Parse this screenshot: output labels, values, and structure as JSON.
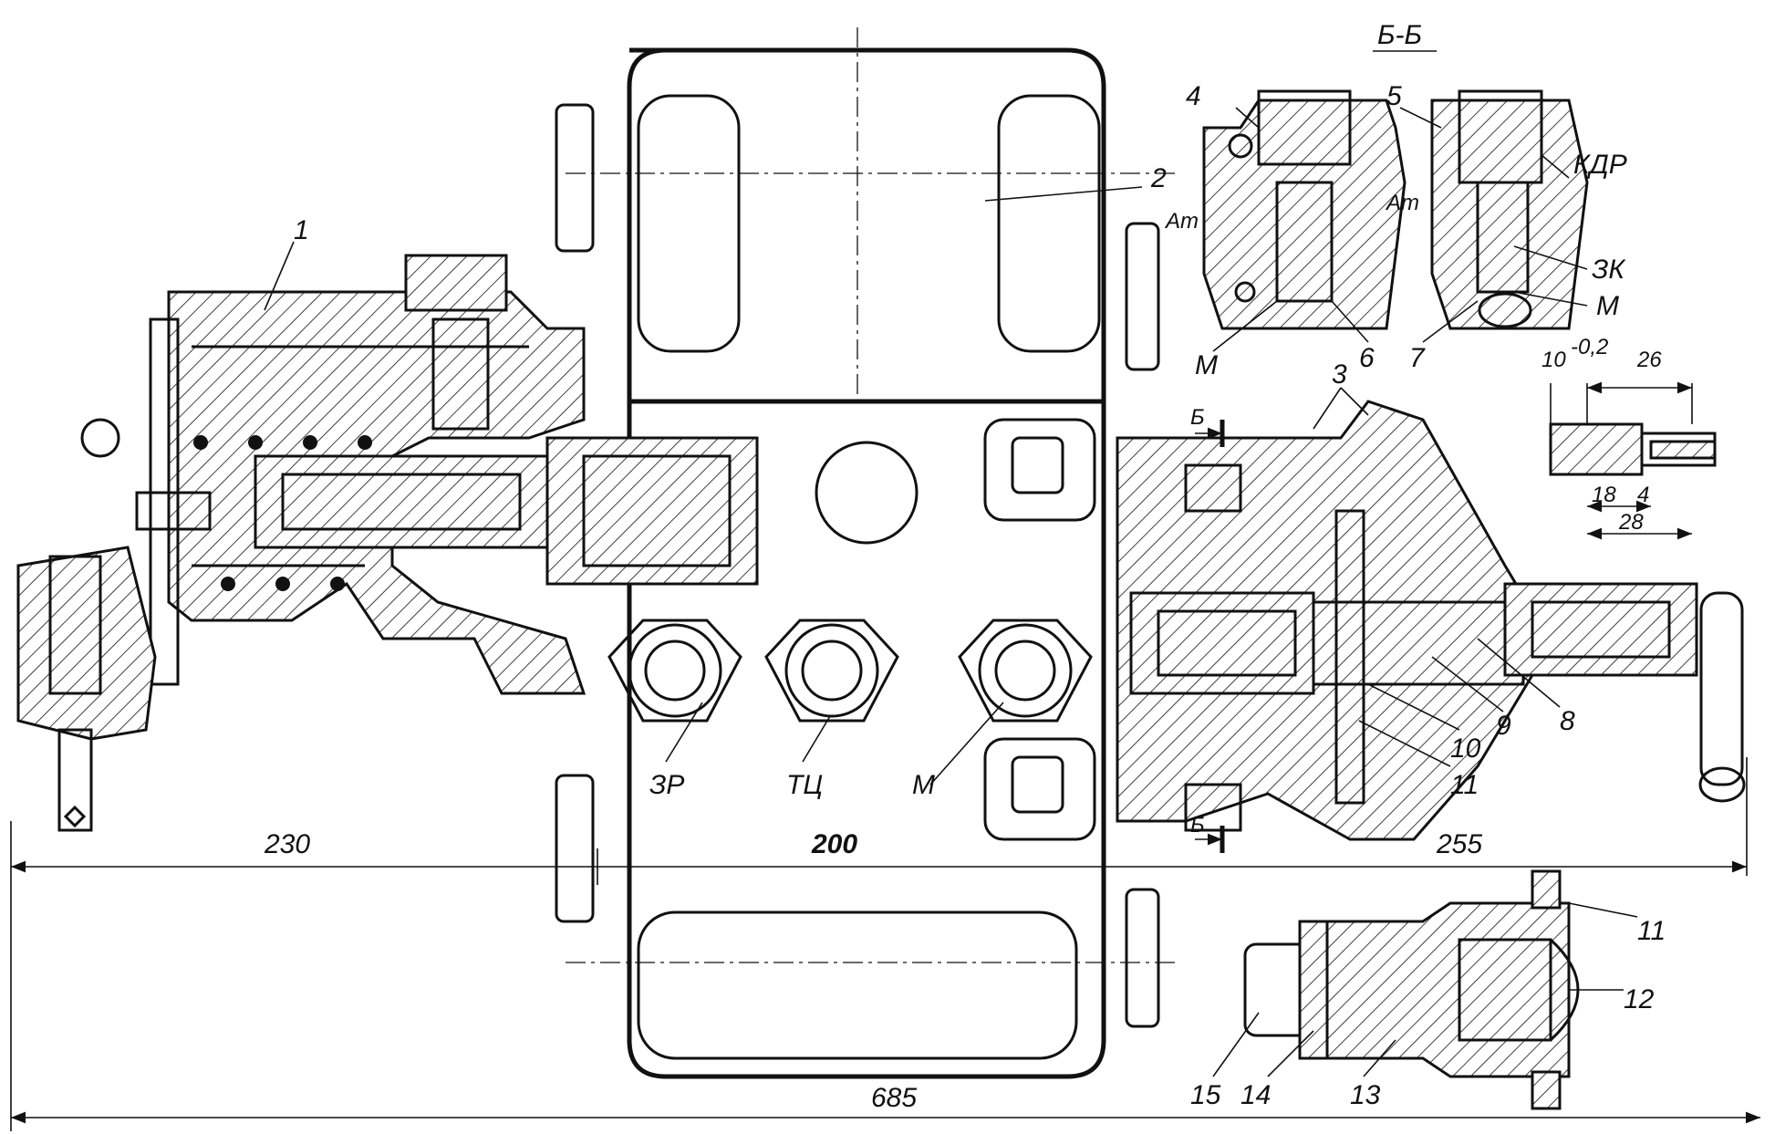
{
  "section_title": "Б-Б",
  "labels": {
    "part_1": "1",
    "part_2": "2",
    "part_3": "3",
    "part_4": "4",
    "part_5": "5",
    "part_6": "6",
    "part_7": "7",
    "part_8": "8",
    "part_9": "9",
    "part_10": "10",
    "part_11a": "11",
    "part_11b": "11",
    "part_12": "12",
    "part_13": "13",
    "part_14": "14",
    "part_15": "15",
    "port_zr": "ЗР",
    "port_tc": "ТЦ",
    "port_m_main": "М",
    "at_left": "Ат",
    "at_right": "Ат",
    "m_left": "М",
    "m_right": "М",
    "kdr": "КДР",
    "zk": "ЗК",
    "section_b_top": "Б",
    "section_b_bottom": "Б"
  },
  "dimensions": {
    "d230": "230",
    "d200": "200",
    "d255": "255",
    "d685": "685",
    "d10": "10",
    "d10_tol": "-0,2",
    "d26": "26",
    "d18": "18",
    "d4": "4",
    "d28": "28"
  }
}
